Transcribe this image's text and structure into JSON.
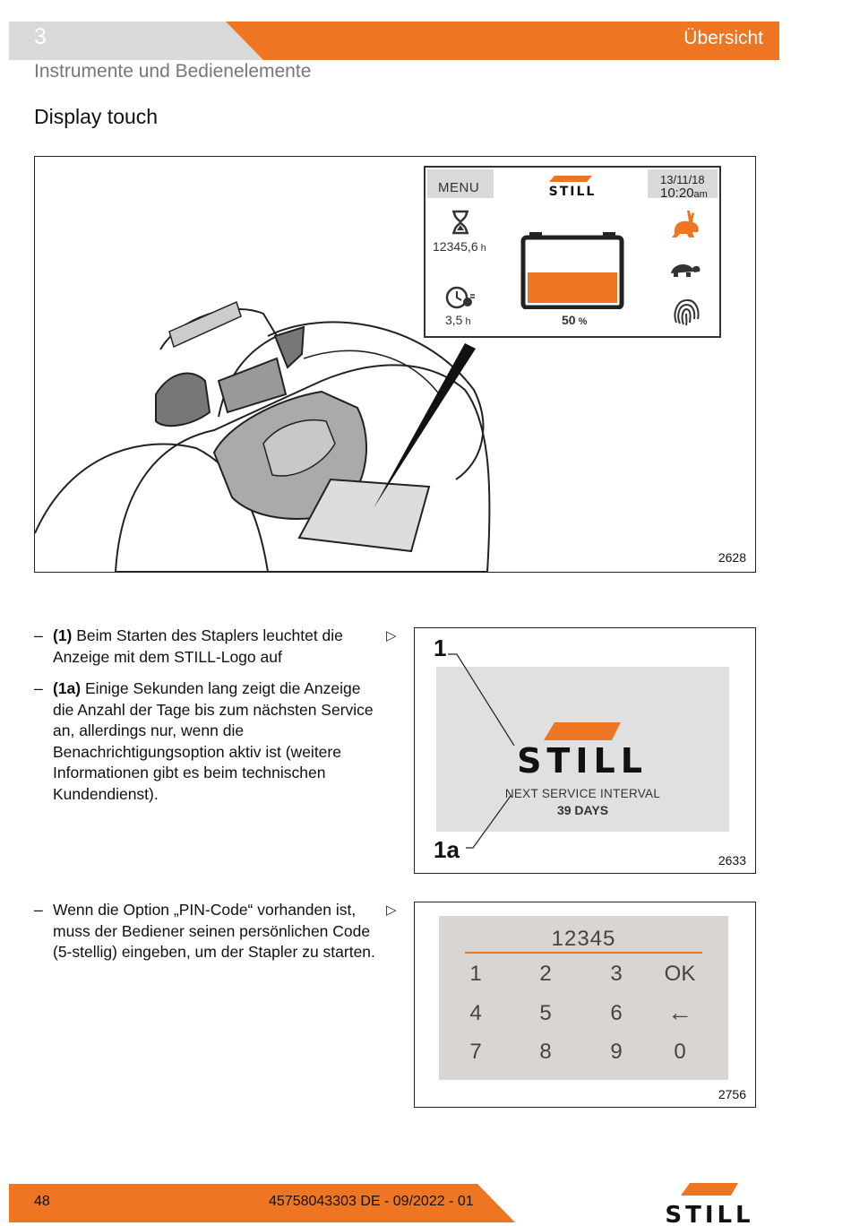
{
  "header": {
    "chapter_number": "3",
    "chapter_title": "Übersicht",
    "subchapter": "Instrumente und Bedienelemente",
    "section_title": "Display touch"
  },
  "colors": {
    "accent": "#ee7623",
    "header_grey": "#d9d9d9"
  },
  "figure1": {
    "number": "2628",
    "display": {
      "menu": "MENU",
      "logo": "STILL",
      "date": "13/11/18",
      "time": "10:20",
      "time_suffix": "am",
      "operating_hours": "12345,6",
      "hours_unit": "h",
      "service_hours": "3,5",
      "battery_percent": "50",
      "percent_sign": "%",
      "battery_level": 0.5,
      "icons": [
        "hourglass-icon",
        "service-clock-icon",
        "battery-icon",
        "rabbit-icon",
        "turtle-icon",
        "fingerprint-icon"
      ]
    }
  },
  "list1": [
    {
      "dash": "–",
      "label": "(1)",
      "text": " Beim Starten des Staplers leuchtet die Anzeige mit dem STILL-Logo auf"
    },
    {
      "dash": "–",
      "label": "(1a)",
      "text": " Einige Sekunden lang zeigt die Anzeige die Anzahl der Tage bis zum nächsten Service an, allerdings nur, wenn die Benachrichtigungsoption aktiv ist (weitere Informationen gibt es beim technischen Kundendienst)."
    }
  ],
  "arrow": "▷",
  "figure2": {
    "number": "2633",
    "label_1": "1",
    "label_1a": "1a",
    "logo": "STILL",
    "next_service": "NEXT SERVICE INTERVAL",
    "days": "39 DAYS"
  },
  "list2": [
    {
      "dash": "–",
      "text": "Wenn die Option „PIN-Code“ vorhanden ist, muss der Bediener seinen persönlichen Code (5-stellig) eingeben, um der Stapler zu starten."
    }
  ],
  "figure3": {
    "number": "2756",
    "code": "12345",
    "keys": [
      "1",
      "2",
      "3",
      "OK",
      "4",
      "5",
      "6",
      "←",
      "7",
      "8",
      "9",
      "0"
    ]
  },
  "footer": {
    "page": "48",
    "doc": "45758043303 DE - 09/2022  -  01",
    "logo": "STILL"
  }
}
